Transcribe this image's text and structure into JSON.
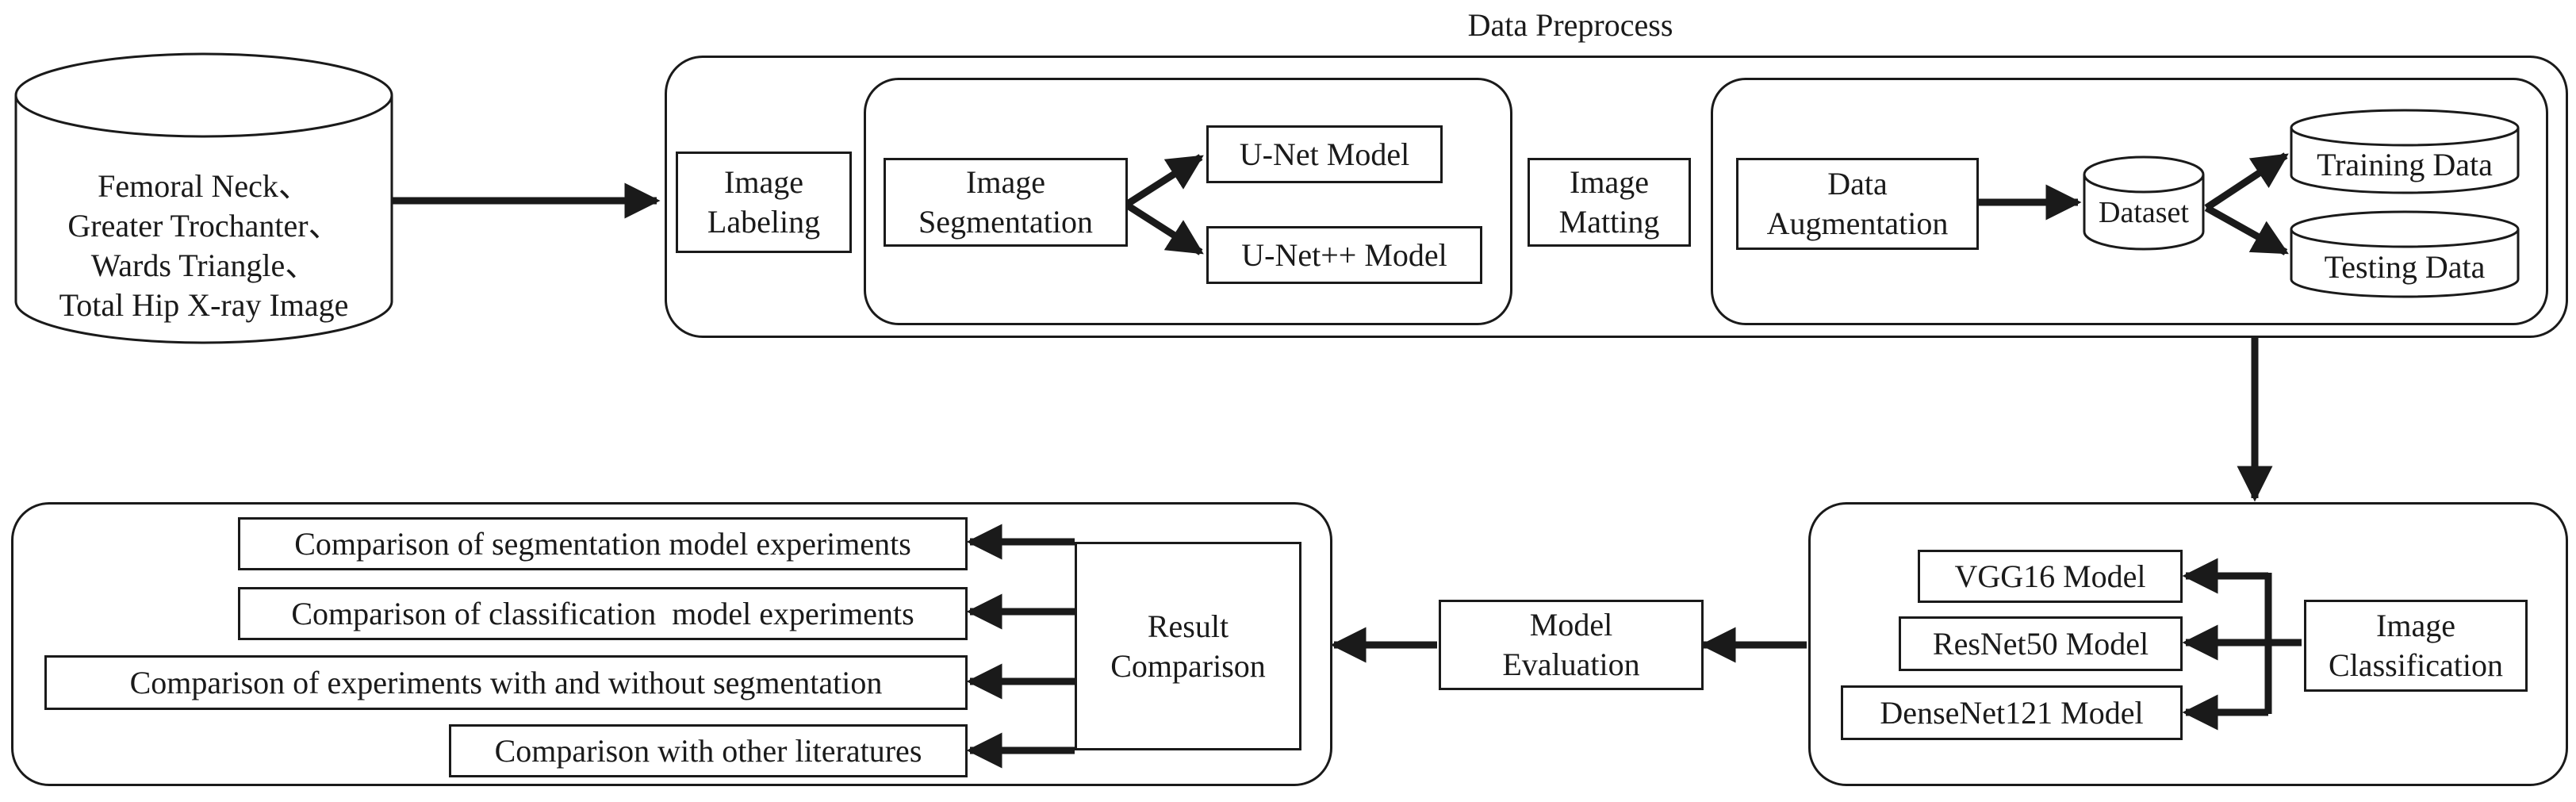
{
  "source": {
    "label": "Femoral Neck、\nGreater Trochanter、\nWards Triangle、\nTotal Hip X-ray Image"
  },
  "preprocess": {
    "title": "Data Preprocess",
    "image_labeling": "Image\nLabeling",
    "image_segmentation": "Image\nSegmentation",
    "unet": "U-Net Model",
    "unetpp": "U-Net++ Model",
    "image_matting": "Image\nMatting",
    "data_augmentation": "Data\nAugmentation",
    "dataset": "Dataset",
    "training_data": "Training Data",
    "testing_data": "Testing Data"
  },
  "classification": {
    "vgg16": "VGG16 Model",
    "resnet50": "ResNet50 Model",
    "densenet121": "DenseNet121 Model",
    "image_classification": "Image\nClassification"
  },
  "evaluation": {
    "model_evaluation": "Model\nEvaluation"
  },
  "results": {
    "result_comparison": "Result\nComparison",
    "items": [
      "Comparison of segmentation model experiments",
      "Comparison of classification  model experiments",
      "Comparison of experiments with and without segmentation",
      "Comparison with other literatures"
    ]
  }
}
